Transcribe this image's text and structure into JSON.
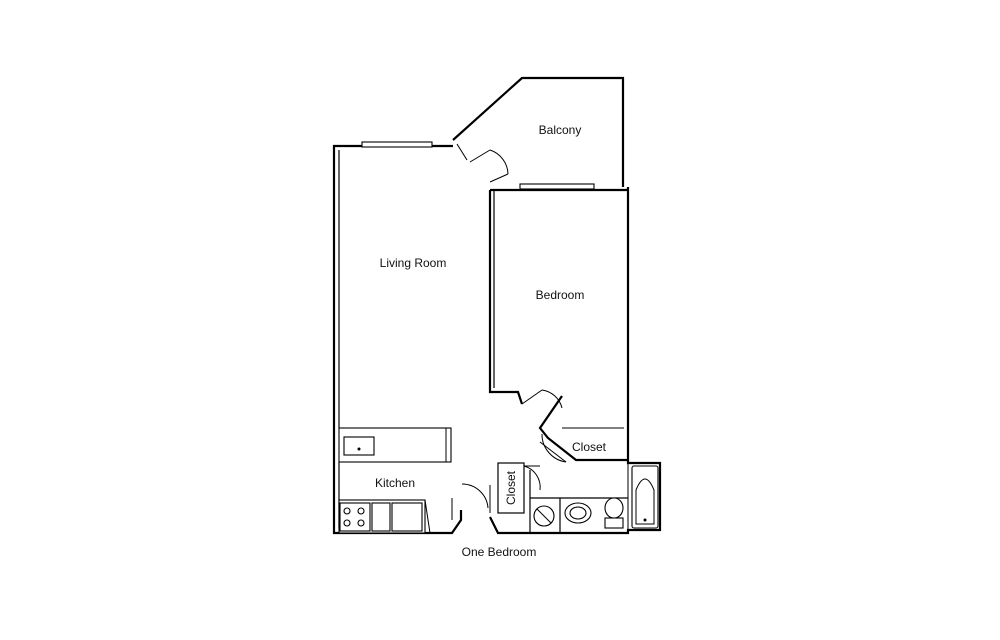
{
  "plan": {
    "caption": "One Bedroom",
    "rooms": {
      "balcony": "Balcony",
      "living_room": "Living Room",
      "bedroom": "Bedroom",
      "closet_bedroom": "Closet",
      "closet_hall": "Closet",
      "kitchen": "Kitchen"
    }
  }
}
